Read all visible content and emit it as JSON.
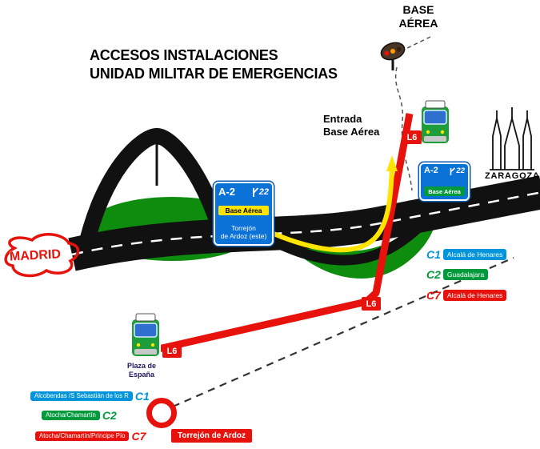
{
  "title": {
    "line1": "ACCESOS INSTALACIONES",
    "line2": "UNIDAD MILITAR DE EMERGENCIAS"
  },
  "base_aerea": {
    "line1": "BASE",
    "line2": "AÉREA"
  },
  "entrada": {
    "line1": "Entrada",
    "line2": "Base Aérea"
  },
  "cities": {
    "origin": "MADRID",
    "destination": "ZARAGOZA"
  },
  "highway_signs": {
    "main": {
      "road": "A-2",
      "exit_number": "22",
      "tag": "Base Aérea",
      "dest_line1": "Torrejón",
      "dest_line2": "de Ardoz (este)"
    },
    "secondary": {
      "road": "A-2",
      "exit_number": "22",
      "tag": "Base Aérea"
    }
  },
  "bus_route": {
    "line": "L6",
    "stop_line1": "Plaza de",
    "stop_line2": "España"
  },
  "rail_right": [
    {
      "line": "C1",
      "label": "Alcalá de Henares"
    },
    {
      "line": "C2",
      "label": "Guadalajara"
    },
    {
      "line": "C7",
      "label": "Alcalá de Henares"
    }
  ],
  "rail_left": [
    {
      "line": "C1",
      "label": "Alcobendas /S Sebastián de los R"
    },
    {
      "line": "C2",
      "label": "Atocha/Chamartín"
    },
    {
      "line": "C7",
      "label": "Atocha/Chamartín/Príncipe Pío"
    }
  ],
  "station": {
    "name": "Torrejón de Ardoz"
  },
  "icons": {
    "traffic_light": "traffic-light-icon",
    "bus": "bus-front-icon",
    "cathedral": "cathedral-icon",
    "station": "station-ring-icon",
    "exit": "motorway-exit-icon"
  },
  "colors": {
    "route_red": "#e8120c",
    "route_highlight_yellow": "#ffe400",
    "motorway_sign_blue": "#0b72d8",
    "grass_green": "#0d8c0d",
    "road_black": "#111111",
    "c1_blue": "#0095da",
    "c2_green": "#009a3d",
    "c7_red": "#e8120c"
  }
}
